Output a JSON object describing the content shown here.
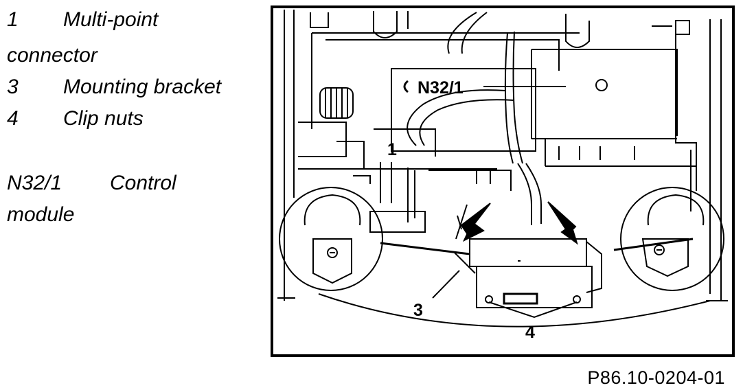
{
  "legend": {
    "item1": {
      "num": "1",
      "text_a": "Multi-point",
      "text_b": "connector"
    },
    "item3": {
      "num": "3",
      "text": "Mounting bracket"
    },
    "item4": {
      "num": "4",
      "text": "Clip nuts"
    },
    "itemN": {
      "num": "N32/1",
      "text_a": "Control",
      "text_b": "module"
    }
  },
  "figure": {
    "callouts": {
      "n32": "N32/1",
      "c1": "1",
      "c3": "3",
      "c4": "4"
    },
    "figure_id": "P86.10-0204-01"
  }
}
